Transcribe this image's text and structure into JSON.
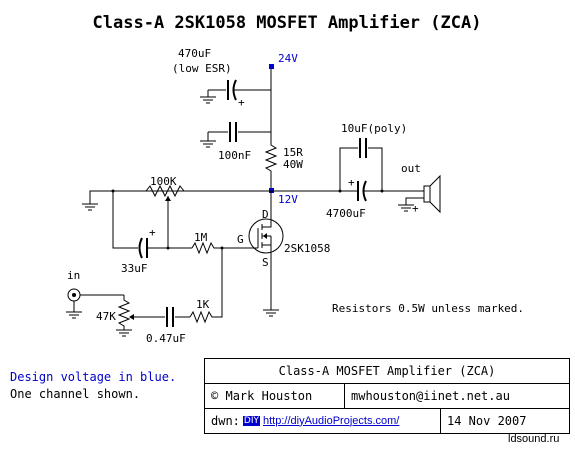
{
  "title": "Class-A 2SK1058 MOSFET Amplifier (ZCA)",
  "voltages": {
    "supply": "24V",
    "mid": "12V"
  },
  "components": {
    "c_supply_value": "470uF",
    "c_supply_note": "(low ESR)",
    "c_bypass": "100nF",
    "r_supply_value": "15R",
    "r_supply_power": "40W",
    "c_poly": "10uF(poly)",
    "c_out": "4700uF",
    "out_label": "out",
    "pot_bias": "100K",
    "c_bootstrap": "33uF",
    "r_gate": "1M",
    "gate_pin": "G",
    "drain_pin": "D",
    "source_pin": "S",
    "mosfet": "2SK1058",
    "in_label": "in",
    "pot_vol": "47K",
    "c_in": "0.47uF",
    "r_in": "1K"
  },
  "notes": {
    "resistors": "Resistors 0.5W unless marked.",
    "design_voltage": "Design voltage in blue.",
    "channel": "One channel shown."
  },
  "title_block": {
    "name": "Class-A MOSFET Amplifier (ZCA)",
    "copyright": "©",
    "author": "Mark Houston",
    "email": "mwhouston@iinet.net.au",
    "dwn_label": "dwn:",
    "diy_badge": "DIY",
    "url": "http://diyAudioProjects.com/",
    "date": "14 Nov 2007"
  },
  "watermark": "ldsound.ru",
  "colors": {
    "voltage": "#0000cc",
    "link": "#0000cc"
  }
}
